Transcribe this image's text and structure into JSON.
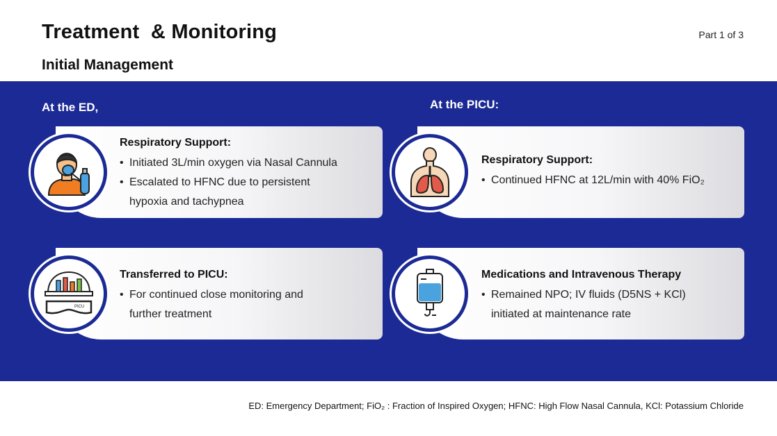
{
  "header": {
    "title": "Treatment  & Monitoring",
    "subtitle": "Initial Management",
    "part": "Part 1 of 3"
  },
  "sections": {
    "ed_label": "At the ED,",
    "picu_label": "At the PICU:"
  },
  "cards": [
    {
      "heading": "Respiratory Support:",
      "icon": "patient-oxygen-mask-icon",
      "bullets": [
        [
          "Initiated 3L/min oxygen via Nasal Cannula"
        ],
        [
          "Escalated to HFNC due to persistent",
          "hypoxia and tachypnea"
        ]
      ]
    },
    {
      "heading": "Respiratory Support:",
      "icon": "lungs-icon",
      "bullets": [
        [
          "Continued HFNC at 12L/min with 40% FiO₂"
        ]
      ]
    },
    {
      "heading": "Transferred to PICU:",
      "icon": "picu-helmet-goggles-icon",
      "icon_text": "PICU",
      "bullets": [
        [
          "For continued close monitoring and",
          "further treatment"
        ]
      ]
    },
    {
      "heading": "Medications and Intravenous Therapy",
      "icon": "iv-drip-bag-icon",
      "bullets": [
        [
          "Remained NPO; IV fluids (D5NS + KCl)",
          "initiated at maintenance rate"
        ]
      ]
    }
  ],
  "footnote": "ED: Emergency Department; FiO₂ : Fraction of Inspired Oxygen; HFNC: High Flow Nasal Cannula, KCl: Potassium Chloride",
  "colors": {
    "band": "#1c2a95",
    "accent_orange": "#f07d22",
    "accent_blue": "#4aa3df",
    "lung_red": "#e25b4a"
  }
}
